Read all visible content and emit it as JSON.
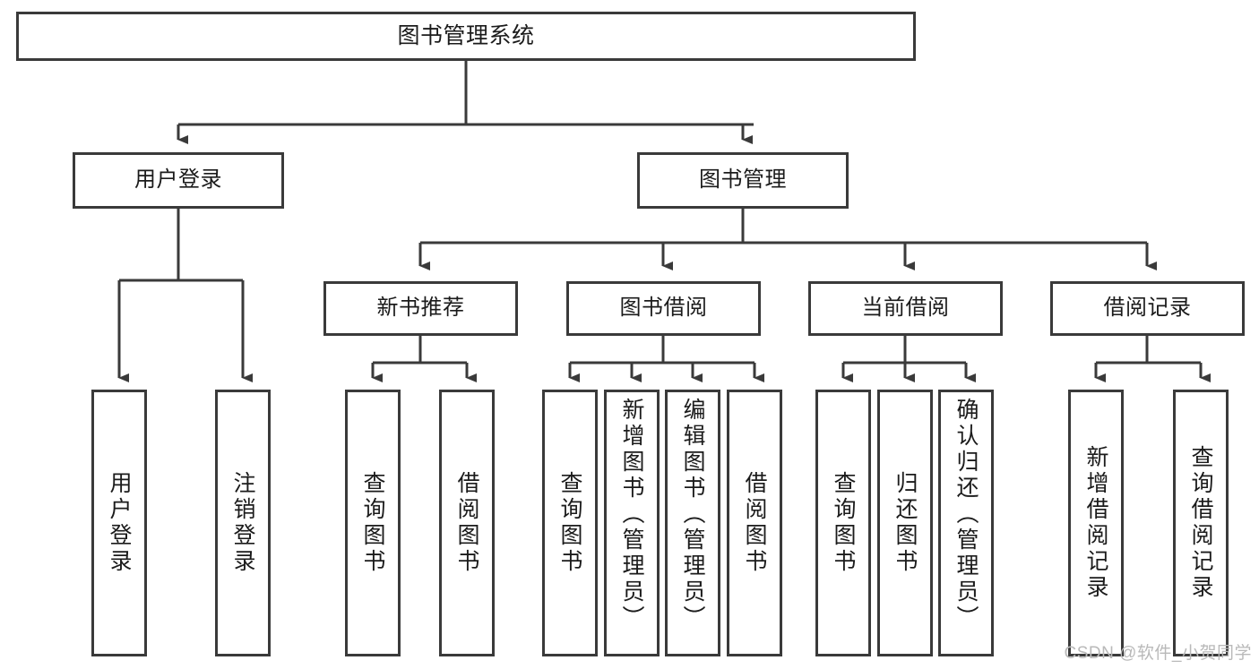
{
  "diagram": {
    "title": "图书管理系统",
    "root": {
      "label": "图书管理系统"
    },
    "level1": [
      {
        "label": "用户登录"
      },
      {
        "label": "图书管理"
      }
    ],
    "level2": [
      {
        "label": "新书推荐"
      },
      {
        "label": "图书借阅"
      },
      {
        "label": "当前借阅"
      },
      {
        "label": "借阅记录"
      }
    ],
    "leaves": [
      {
        "label": "用户登录"
      },
      {
        "label": "注销登录"
      },
      {
        "label": "查询图书"
      },
      {
        "label": "借阅图书"
      },
      {
        "label": "查询图书"
      },
      {
        "label": "新增图书（管理员）"
      },
      {
        "label": "编辑图书（管理员）"
      },
      {
        "label": "借阅图书"
      },
      {
        "label": "查询图书"
      },
      {
        "label": "归还图书"
      },
      {
        "label": "确认归还（管理员）"
      },
      {
        "label": "新增借阅记录"
      },
      {
        "label": "查询借阅记录"
      }
    ]
  },
  "watermark": {
    "text": "CSDN @软件_小贺同学"
  },
  "colors": {
    "stroke": "#3a3a3a",
    "fill": "#ffffff",
    "text": "#1b1b1b",
    "watermark": "#b9b9b9"
  }
}
